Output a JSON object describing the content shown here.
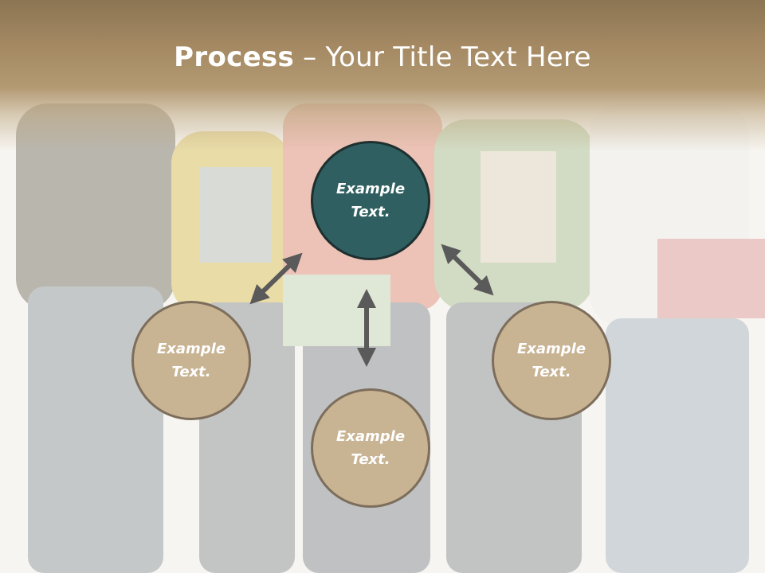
{
  "slide": {
    "title_bold": "Process",
    "title_rest": " – Your Title Text Here"
  },
  "nodes": {
    "top": "Example Text.",
    "left": "Example Text.",
    "right": "Example Text.",
    "bottom": "Example Text."
  },
  "colors": {
    "header": "#a38862",
    "center_node": "#2f5f60",
    "outer_node": "#c8b393",
    "node_border": "#7d6e5c",
    "arrow": "#5a5a5a"
  }
}
